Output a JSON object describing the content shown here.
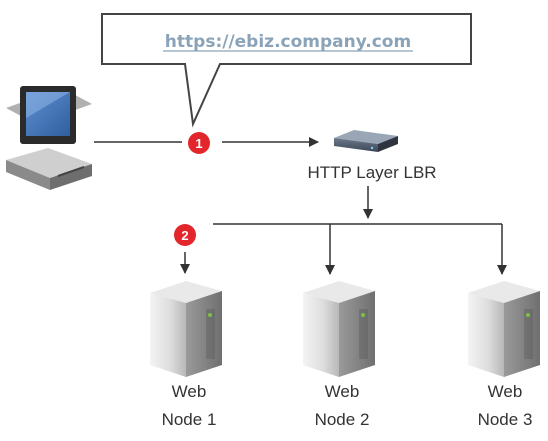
{
  "callout": {
    "url": "https://ebiz.company.com"
  },
  "steps": {
    "step1": "1",
    "step2": "2"
  },
  "lbr": {
    "label": "HTTP Layer LBR"
  },
  "nodes": [
    {
      "line1": "Web",
      "line2": "Node 1"
    },
    {
      "line1": "Web",
      "line2": "Node 2"
    },
    {
      "line1": "Web",
      "line2": "Node 3"
    }
  ],
  "icons": [
    "desktop-computer-icon",
    "load-balancer-icon",
    "server-icon"
  ],
  "colors": {
    "badge": "#e3262b",
    "url": "#8aa3b8",
    "line": "#333333",
    "callout_border": "#444444"
  }
}
